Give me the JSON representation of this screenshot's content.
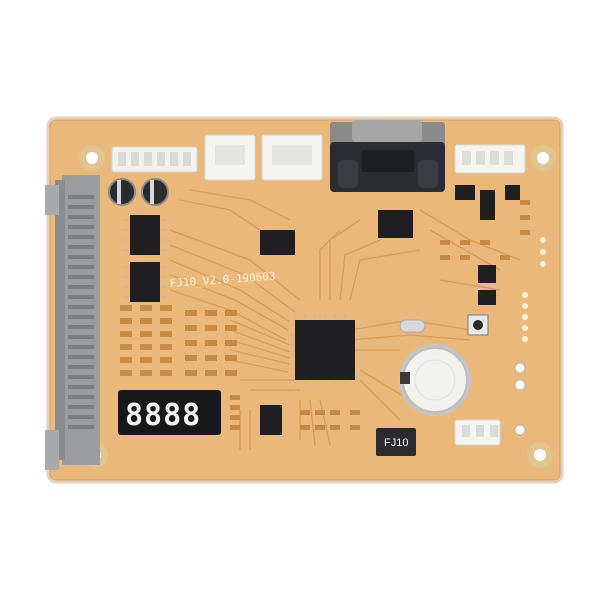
{
  "board": {
    "silkscreen_label": "FJ10_V2.0-190603",
    "module_label": "FJ10",
    "display_readout": "8888",
    "colors": {
      "pcb": "#e9b87a",
      "trace": "#d79a55",
      "chip": "#1f1f22",
      "connector": "#f1f1ef",
      "header": "#9a9c9e",
      "db9": "#2a2c31"
    }
  }
}
